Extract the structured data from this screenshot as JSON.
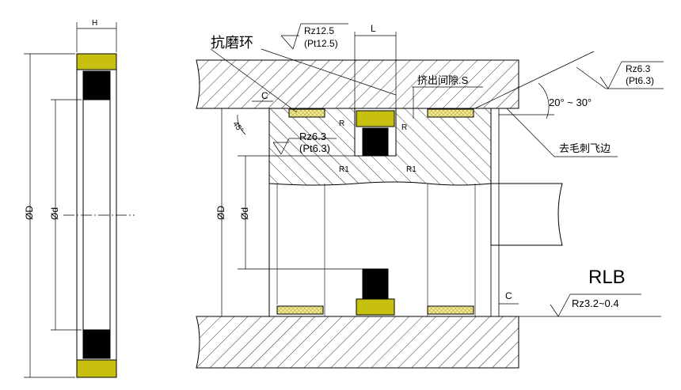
{
  "colors": {
    "seal_yellow": "#c8c010",
    "seal_black": "#000000",
    "bearing_fill": "#f4ec9c",
    "line": "#000000"
  },
  "left_view": {
    "width_label": "H",
    "outer_dia_label": "ØD",
    "inner_dia_label": "Ød"
  },
  "main_view": {
    "wear_ring_label": "抗磨环",
    "rz_housing": "Rz12.5",
    "pt_housing": "(Pt12.5)",
    "groove_width_label": "L",
    "extrusion_gap_label": "挤出间隙.S",
    "chamfer_label": "C",
    "angle_45_label": "45°",
    "radius_label_left": "R",
    "radius_label_right": "R",
    "rz_groove": "Rz6.3",
    "pt_groove": "(Pt6.3)",
    "r1_left": "R1",
    "r1_right": "R1",
    "lead_angle_label": "20° ~ 30°",
    "rz_lead": "Rz6.3",
    "pt_lead": "(Pt6.3)",
    "deburr_label": "去毛刺飞边",
    "outer_dia_label": "ØD",
    "inner_dia_label": "Ød",
    "product_name": "RLB",
    "chamfer_label_bottom": "C",
    "rz_bore": "Rz3.2~0.4"
  }
}
